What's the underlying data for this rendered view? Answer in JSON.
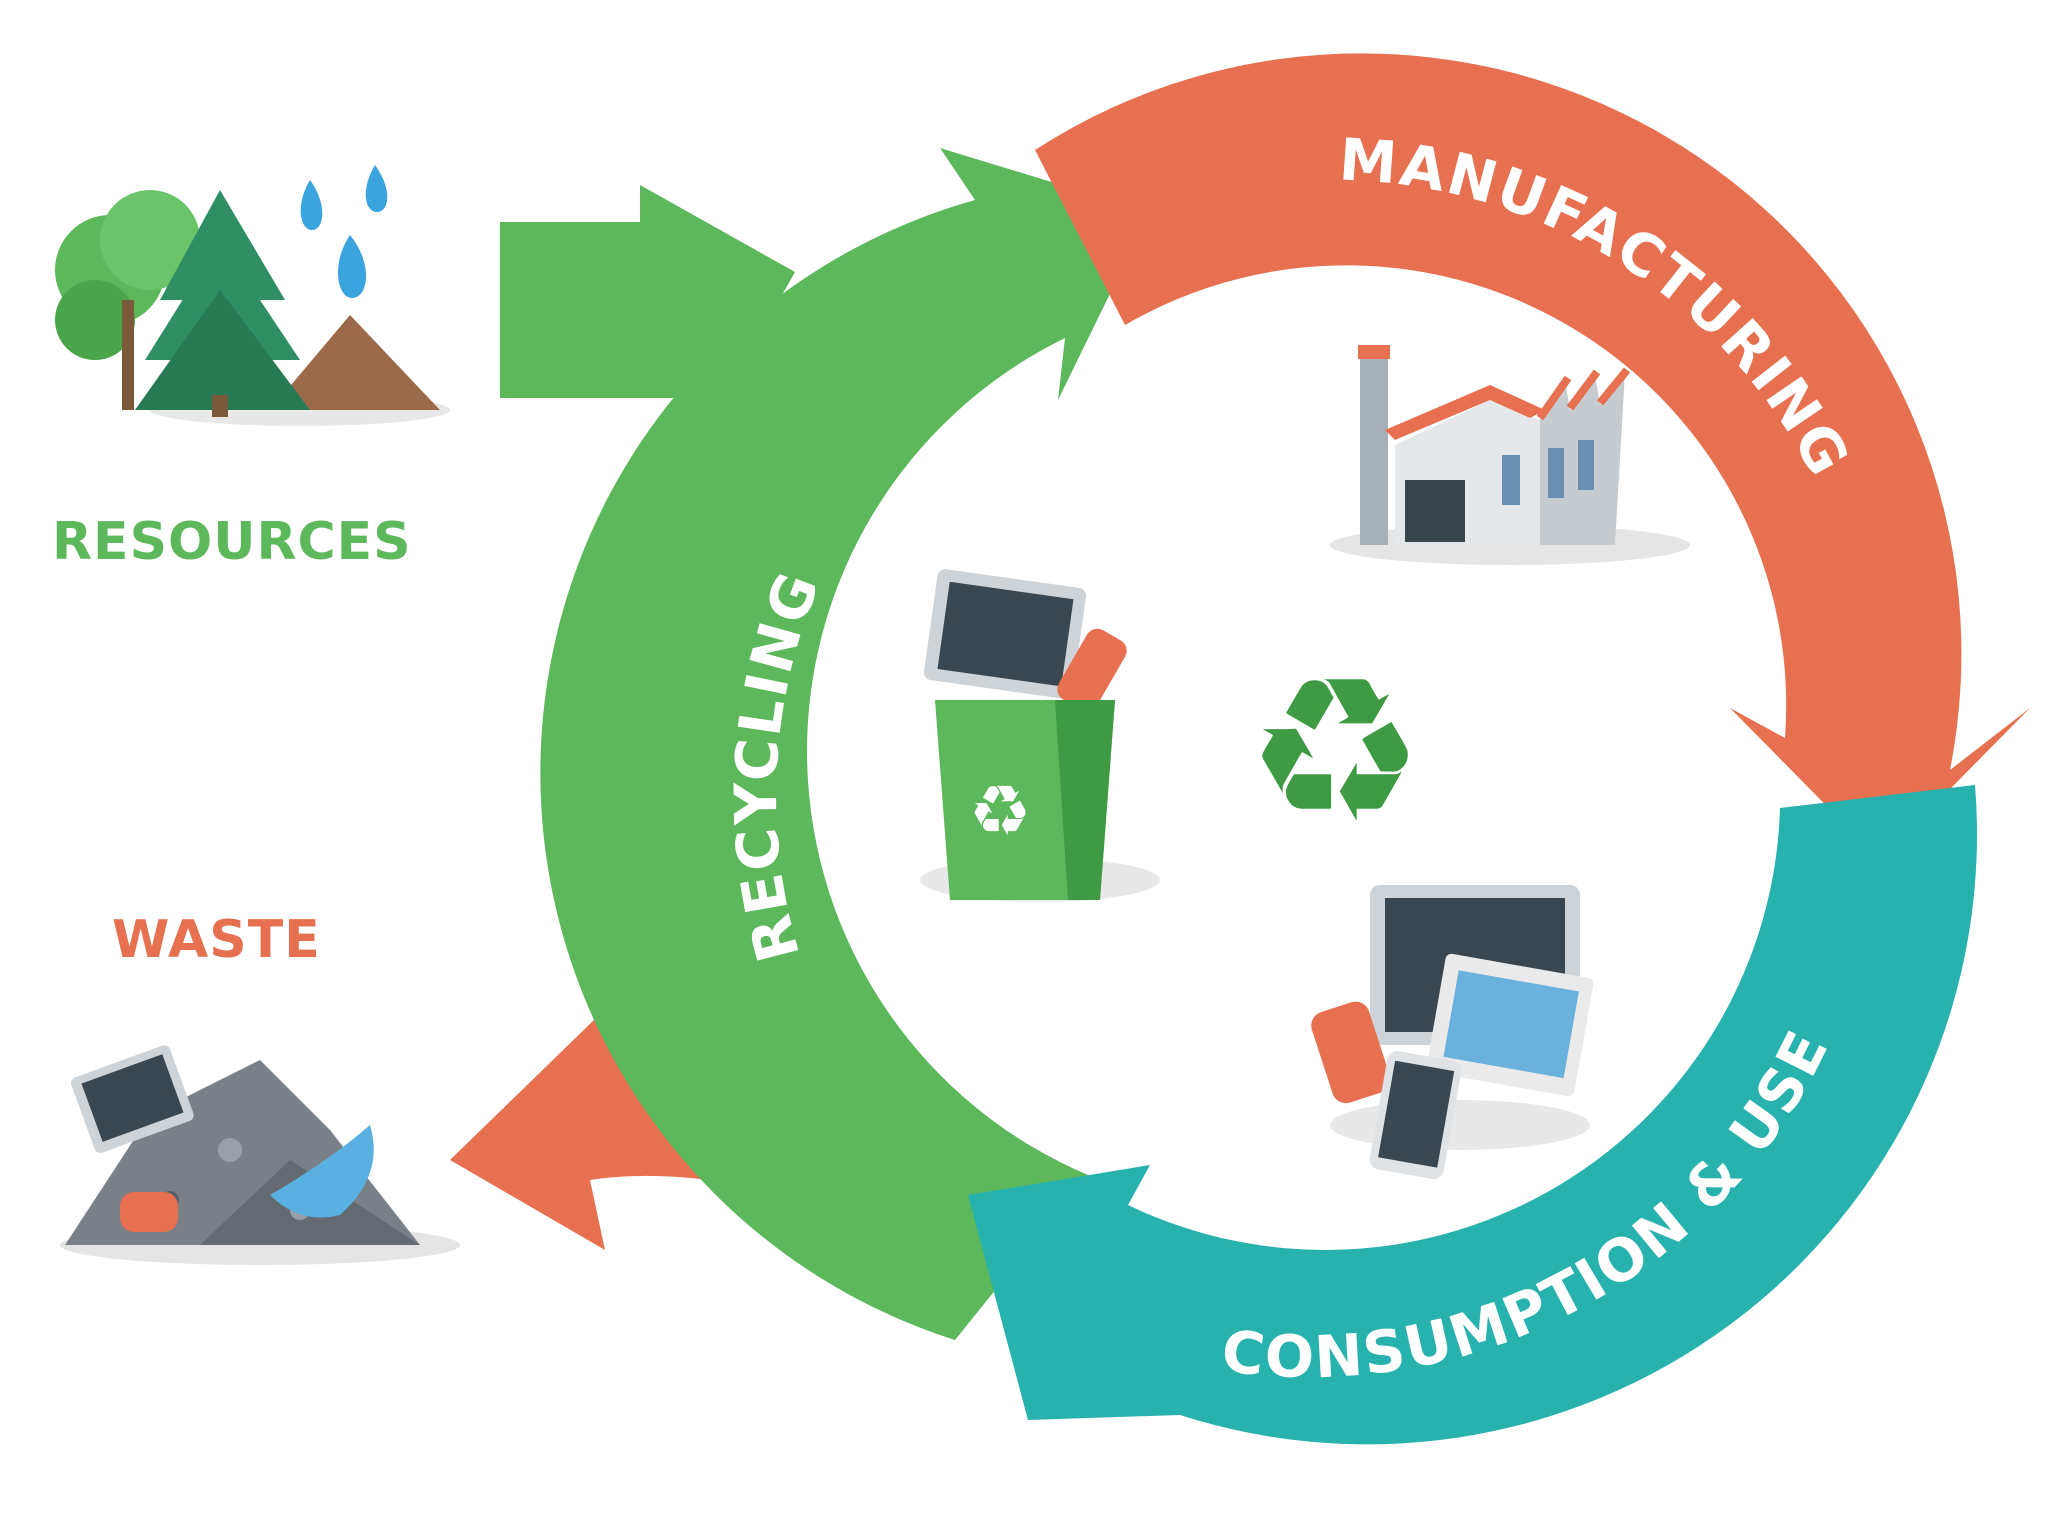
{
  "labels": {
    "resources": "RESOURCES",
    "waste": "WASTE",
    "manufacturing": "MANUFACTURING",
    "consumption": "CONSUMPTION & USE",
    "recycling": "RECYCLING"
  },
  "colors": {
    "green": "#5cb85a",
    "green_dark": "#3f9a44",
    "orange": "#e6704f",
    "teal": "#27b2ae",
    "white": "#ffffff"
  },
  "icons": [
    "trees-water-icon",
    "factory-icon",
    "devices-icon",
    "recycle-bin-icon",
    "recycle-symbol-icon",
    "waste-pile-icon"
  ]
}
